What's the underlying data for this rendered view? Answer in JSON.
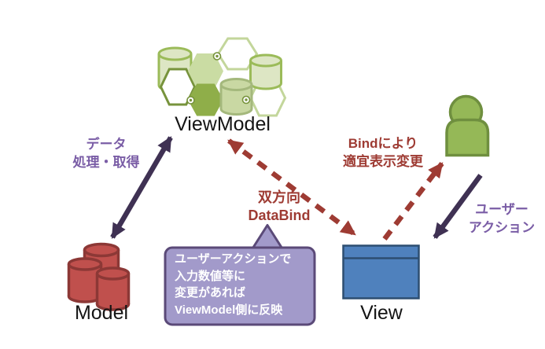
{
  "colors": {
    "background": "#ffffff",
    "label_text": "#141414",
    "purple_text": "#7a5da6",
    "dark_red": "#9e3b33",
    "purple_dark": "#3f3153",
    "green_stroke": "#9bbb59",
    "green_stroke_dark": "#77933c",
    "green_stroke_light": "#c3d69b",
    "green_stroke_mid": "#a4b87c",
    "green_cyl_fill": "#dde6c4",
    "green_cyl_mid_fill": "#c9d8a3",
    "green_hex_light": "#cadca3",
    "green_hex_dark": "#8fae49",
    "person_fill": "#95b857",
    "person_stroke": "#6f8f3f",
    "red_fill": "#c0504d",
    "red_stroke": "#8c3836",
    "view_fill": "#4f81bd",
    "view_stroke": "#2d4e71",
    "callout_fill": "#a29aca",
    "callout_stroke": "#5b4a78",
    "callout_text": "#ffffff"
  },
  "nodes": {
    "viewmodel": {
      "label": "ViewModel"
    },
    "model": {
      "label": "Model"
    },
    "view": {
      "label": "View"
    }
  },
  "annotations": {
    "data_processing": {
      "line1": "データ",
      "line2": "処理・取得"
    },
    "two_way_databind": {
      "line1": "双方向",
      "line2": "DataBind"
    },
    "bind_display_update": {
      "line1": "Bindにより",
      "line2": "適宜表示変更"
    },
    "user_action": {
      "line1": "ユーザー",
      "line2": "アクション"
    }
  },
  "callout": {
    "line1": "ユーザーアクションで",
    "line2": "入力数値等に",
    "line3": "変更があれば",
    "line4": "ViewModel側に反映"
  }
}
